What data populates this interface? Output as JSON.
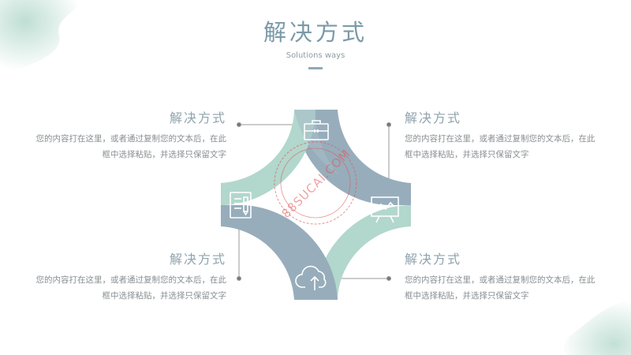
{
  "header": {
    "title": "解决方式",
    "subtitle": "Solutions ways"
  },
  "blocks": {
    "top_left": {
      "heading": "解决方式",
      "line1": "您的内容打在这里，或者通过复制您的文本后，在此",
      "line2": "框中选择粘贴，并选择只保留文字"
    },
    "top_right": {
      "heading": "解决方式",
      "line1": "您的内容打在这里，或者通过复制您的文本后，在此",
      "line2": "框中选择粘贴，并选择只保留文字"
    },
    "bottom_left": {
      "heading": "解决方式",
      "line1": "您的内容打在这里，或者通过复制您的文本后，在此",
      "line2": "框中选择粘贴，并选择只保留文字"
    },
    "bottom_right": {
      "heading": "解决方式",
      "line1": "您的内容打在这里，或者通过复制您的文本后，在此",
      "line2": "框中选择粘贴，并选择只保留文字"
    }
  },
  "watermark": {
    "text": "88SUCAI.COM"
  },
  "icons": [
    "briefcase-icon",
    "presentation-board-icon",
    "cloud-upload-icon",
    "document-pen-icon"
  ],
  "colors": {
    "blue_gray": "#97adbb",
    "mint": "#b2d7cc",
    "title": "#7b9aa8",
    "text": "#8a8f93"
  }
}
